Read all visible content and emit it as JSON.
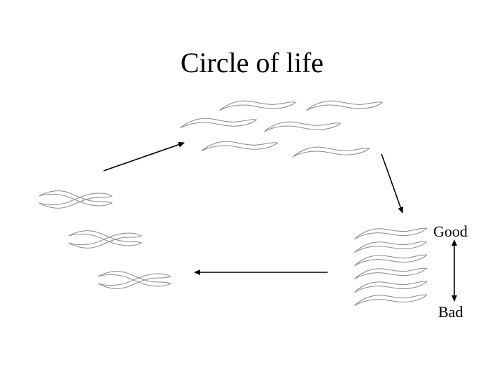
{
  "title": "Circle of life",
  "scale": {
    "top_label": "Good",
    "bottom_label": "Bad"
  },
  "colors": {
    "background": "#ffffff",
    "text": "#000000",
    "arrow": "#000000",
    "wave_stroke": "#888888"
  }
}
